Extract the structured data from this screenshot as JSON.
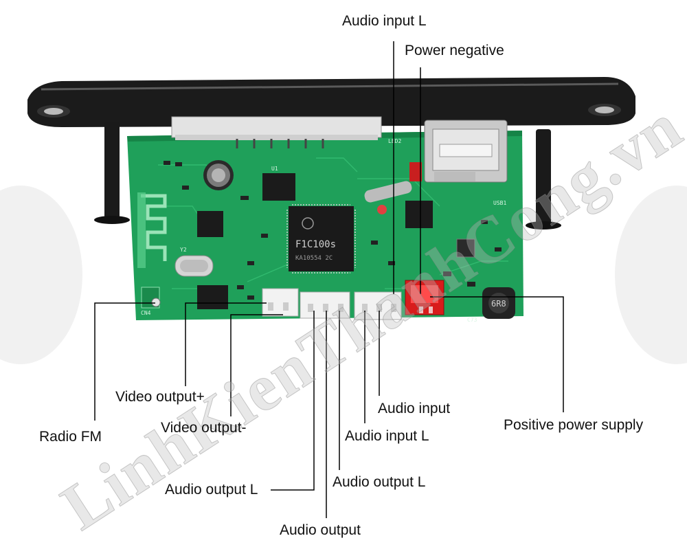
{
  "labels": {
    "audio_input_l_top": "Audio input L",
    "power_negative": "Power negative",
    "video_output_plus": "Video output+",
    "video_output_minus": "Video output-",
    "radio_fm": "Radio FM",
    "audio_input": "Audio input",
    "audio_input_l_mid": "Audio input L",
    "positive_power_supply": "Positive power supply",
    "audio_output_l_left": "Audio output L",
    "audio_output_l_right": "Audio output L",
    "audio_output": "Audio output"
  },
  "board": {
    "chip_marking": "F1C100s",
    "chip_sub": "KA10554 2C",
    "usb_label": "USB1",
    "led_label": "LED2",
    "ic_label": "U1",
    "crystal_label": "Y2",
    "inductor_marking": "6R8",
    "connector_label": "CN4",
    "cap_label": "C73"
  },
  "watermark": {
    "text": "LinhKienThanhCong.vn"
  },
  "colors": {
    "pcb": "#1fa05a",
    "pcb_dark": "#168447",
    "faceplate": "#1b1b1b",
    "connector_white": "#f2f2f2",
    "power_connector": "#d81c1c",
    "leader_line": "#000000"
  }
}
